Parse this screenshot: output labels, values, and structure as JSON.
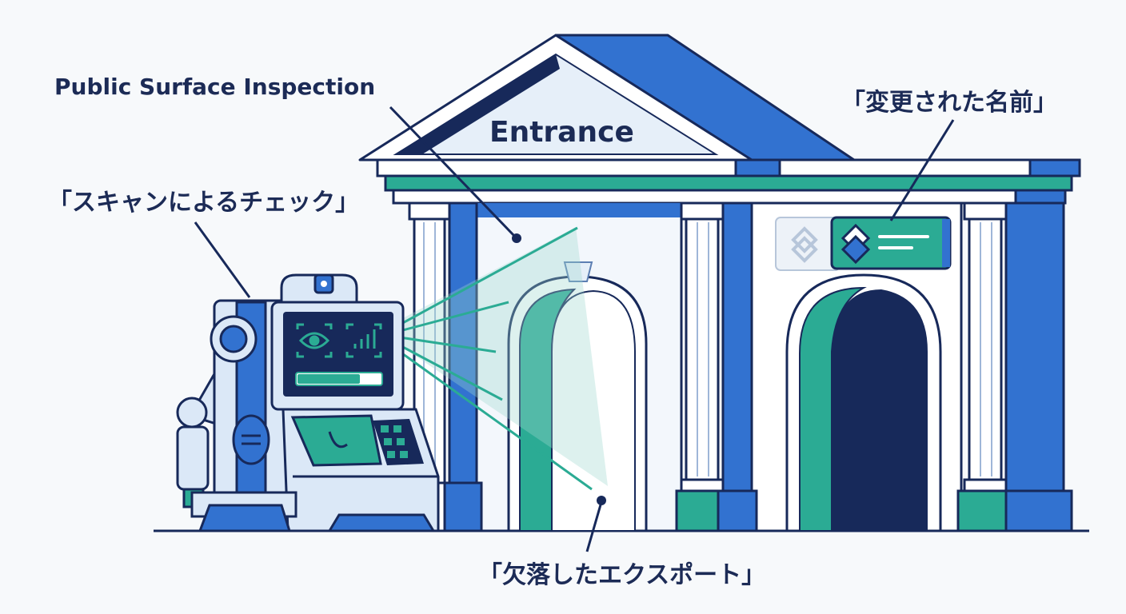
{
  "labels": {
    "public_surface": "Public Surface Inspection",
    "scan_check": "「スキャンによるチェック」",
    "renamed": "「変更された名前」",
    "missing_export": "「欠落したエクスポート」",
    "entrance": "Entrance"
  },
  "colors": {
    "navy": "#17295a",
    "blue": "#3272d0",
    "teal": "#2bab94",
    "light_blue": "#dbe8f7",
    "white": "#ffffff"
  },
  "icons": {
    "scanner_eye": "eye-scan-icon",
    "scanner_signal": "signal-bars-icon",
    "sign_diamond": "layered-diamond-icon"
  }
}
